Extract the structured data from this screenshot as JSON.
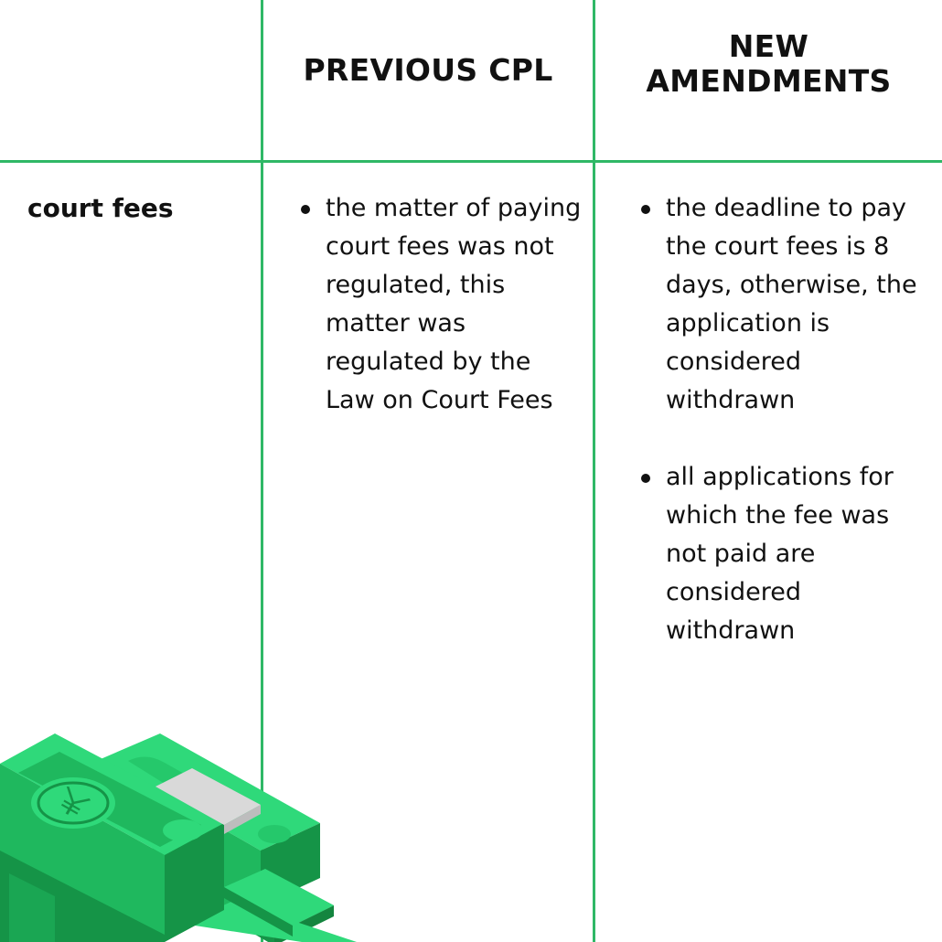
{
  "table": {
    "header_previous": "PREVIOUS CPL",
    "header_new": [
      "NEW",
      "AMENDMENTS"
    ],
    "row_label": "court fees",
    "previous_items": [
      "the matter of paying court fees was not regulated, this matter was regulated by the Law on Court Fees"
    ],
    "new_items": [
      "the deadline to pay the court fees is 8 days, otherwise, the application is considered withdrawn",
      "all applications for which the fee was not paid are considered withdrawn"
    ]
  },
  "illustration": {
    "icon": "money-stack-icon",
    "currency_symbol": "¥",
    "colors": {
      "bill_light": "#2fd97a",
      "bill_mid": "#1fb85e",
      "bill_dark": "#159447",
      "band": "#d9d9d9",
      "line": "#2fb866"
    }
  }
}
